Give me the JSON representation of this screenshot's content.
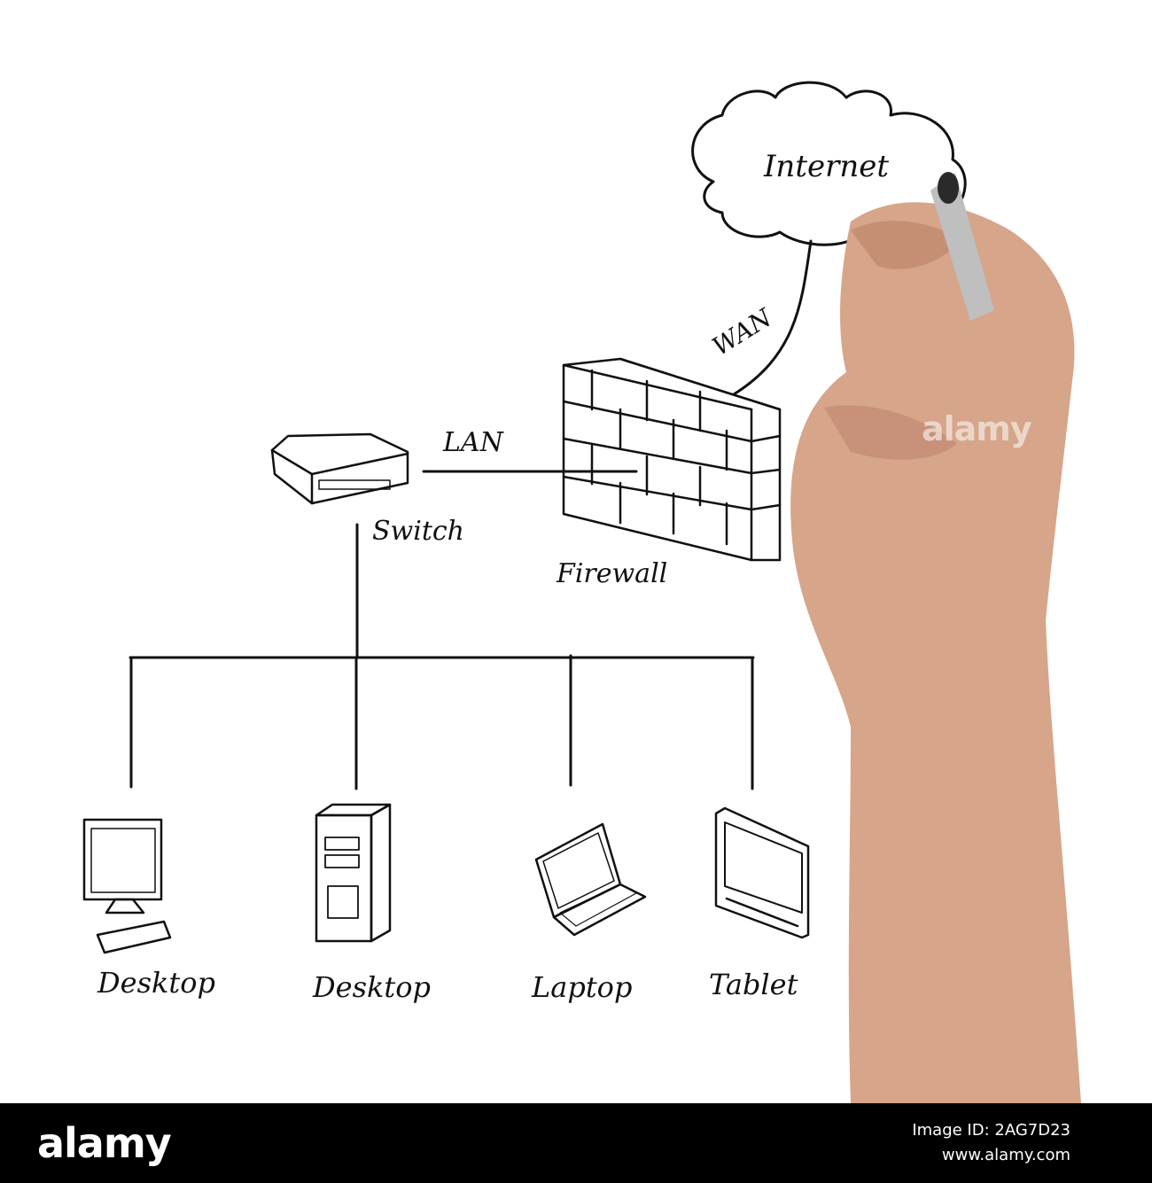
{
  "diagram": {
    "nodes": {
      "internet": "Internet",
      "switch": "Switch",
      "firewall": "Firewall",
      "devices": [
        "Desktop",
        "Desktop",
        "Laptop",
        "Tablet"
      ]
    },
    "links": {
      "wan": "WAN",
      "lan": "LAN"
    }
  },
  "watermark": "alamy",
  "footer": {
    "logo": "alamy",
    "image_id": "Image ID: 2AG7D23",
    "site": "www.alamy.com"
  }
}
